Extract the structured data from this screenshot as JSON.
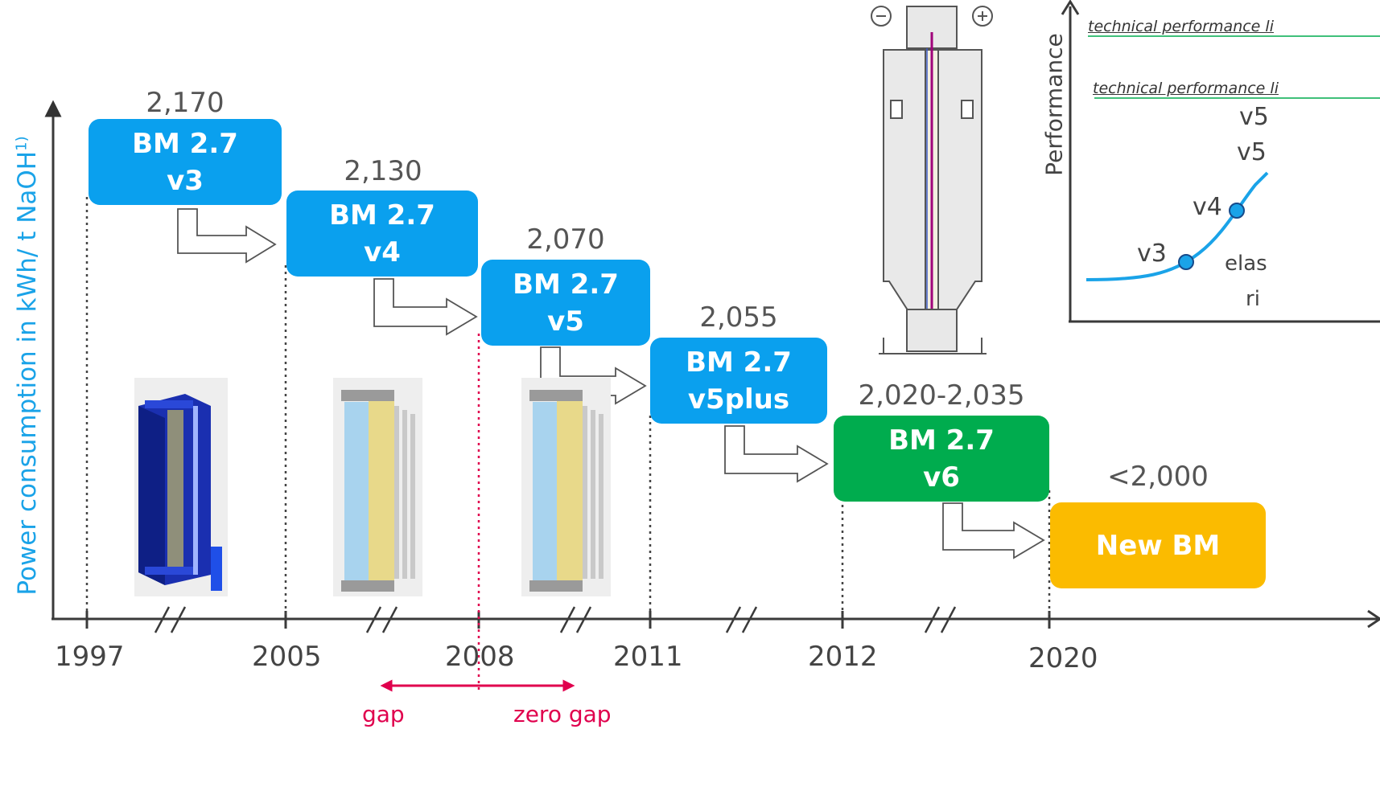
{
  "y_axis_label": "Power consumption in kWh/ t NaOH",
  "y_axis_footnote": "1)",
  "versions": [
    {
      "year": "1997",
      "value": "2,170",
      "name": "BM 2.7",
      "ver": "v3",
      "color": "#0aa0ee"
    },
    {
      "year": "2005",
      "value": "2,130",
      "name": "BM 2.7",
      "ver": "v4",
      "color": "#0aa0ee"
    },
    {
      "year": "2008",
      "value": "2,070",
      "name": "BM 2.7",
      "ver": "v5",
      "color": "#0aa0ee"
    },
    {
      "year": "2011",
      "value": "2,055",
      "name": "BM 2.7",
      "ver": "v5plus",
      "color": "#0aa0ee"
    },
    {
      "year": "2012",
      "value": "2,020-2,035",
      "name": "BM 2.7",
      "ver": "v6",
      "color": "#00ac4e"
    },
    {
      "year": "2020",
      "value": "<2,000",
      "name": "New BM",
      "ver": "",
      "color": "#fbbb00"
    }
  ],
  "gap_labels": {
    "gap": "gap",
    "zero_gap": "zero gap"
  },
  "inset": {
    "axis_label": "Performance",
    "limit_top": "technical performance li",
    "limit_mid": "technical performance li",
    "point_labels": [
      "v3",
      "v4",
      "v5",
      "v5"
    ],
    "text_elas": "elas",
    "text_ri": "ri"
  }
}
